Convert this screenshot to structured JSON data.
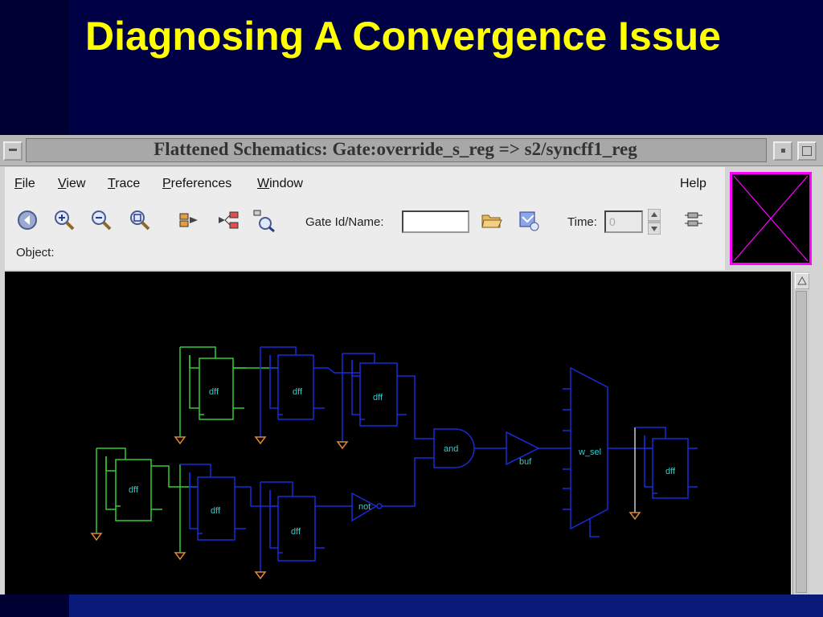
{
  "slide": {
    "title": "Diagnosing A Convergence Issue"
  },
  "window": {
    "title": "Flattened Schematics: Gate:override_s_reg => s2/syncff1_reg"
  },
  "menu": {
    "file": {
      "first": "F",
      "rest": "ile"
    },
    "view": {
      "first": "V",
      "rest": "iew"
    },
    "trace": {
      "first": "T",
      "rest": "race"
    },
    "preferences": {
      "first": "P",
      "rest": "references"
    },
    "window": {
      "first": "W",
      "rest": "indow"
    },
    "help": "Help"
  },
  "toolbar": {
    "icons": [
      "back-icon",
      "zoom-in-icon",
      "zoom-out-icon",
      "zoom-fit-icon",
      "trace-forward-icon",
      "trace-backward-icon",
      "find-gate-icon",
      "open-folder-icon",
      "load-icon",
      "trace-icon"
    ],
    "gate_label": "Gate Id/Name:",
    "gate_value": "",
    "time_label": "Time:",
    "time_value": "0"
  },
  "object_label": "Object:",
  "schematic": {
    "labels": {
      "dff_top1": "dff",
      "dff_top2": "dff",
      "dff_top3": "dff",
      "dff_left": "dff",
      "dff_mid1": "dff",
      "dff_mid2": "dff",
      "dff_right": "dff",
      "and_gate": "and",
      "buf_gate": "buf",
      "not_gate": "not",
      "mux": "w_sel"
    },
    "colors": {
      "active_wire": "#33cc33",
      "wire": "#1a2ad8",
      "label": "#33cccc",
      "ground": "#e08830",
      "clock_wire": "#cccccc"
    }
  }
}
